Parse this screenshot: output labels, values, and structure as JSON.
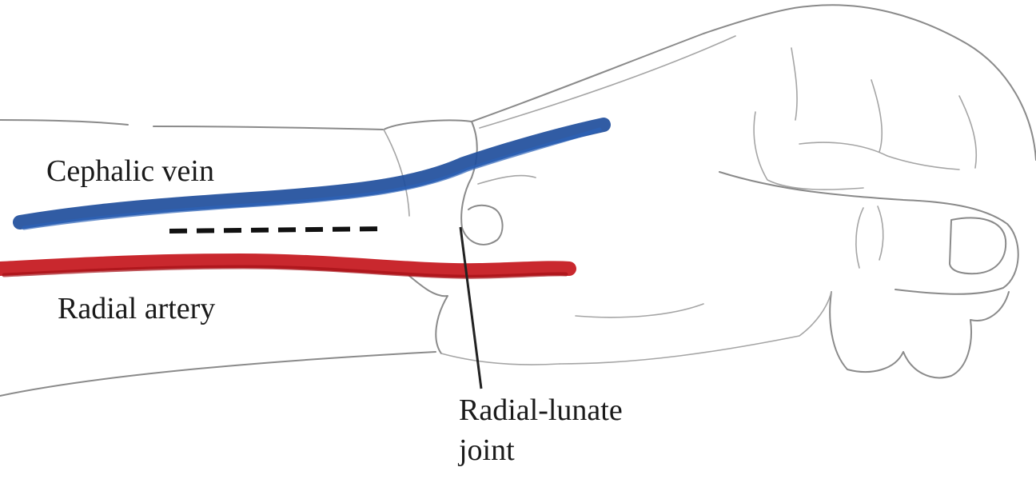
{
  "labels": {
    "cephalic_vein": "Cephalic vein",
    "radial_artery": "Radial artery",
    "joint_line1": "Radial-lunate",
    "joint_line2": "joint"
  },
  "colors": {
    "vein": "#1f4e9c",
    "artery": "#c4161c",
    "outline": "#8a8a8a",
    "incision": "#111111",
    "leader": "#222222"
  }
}
